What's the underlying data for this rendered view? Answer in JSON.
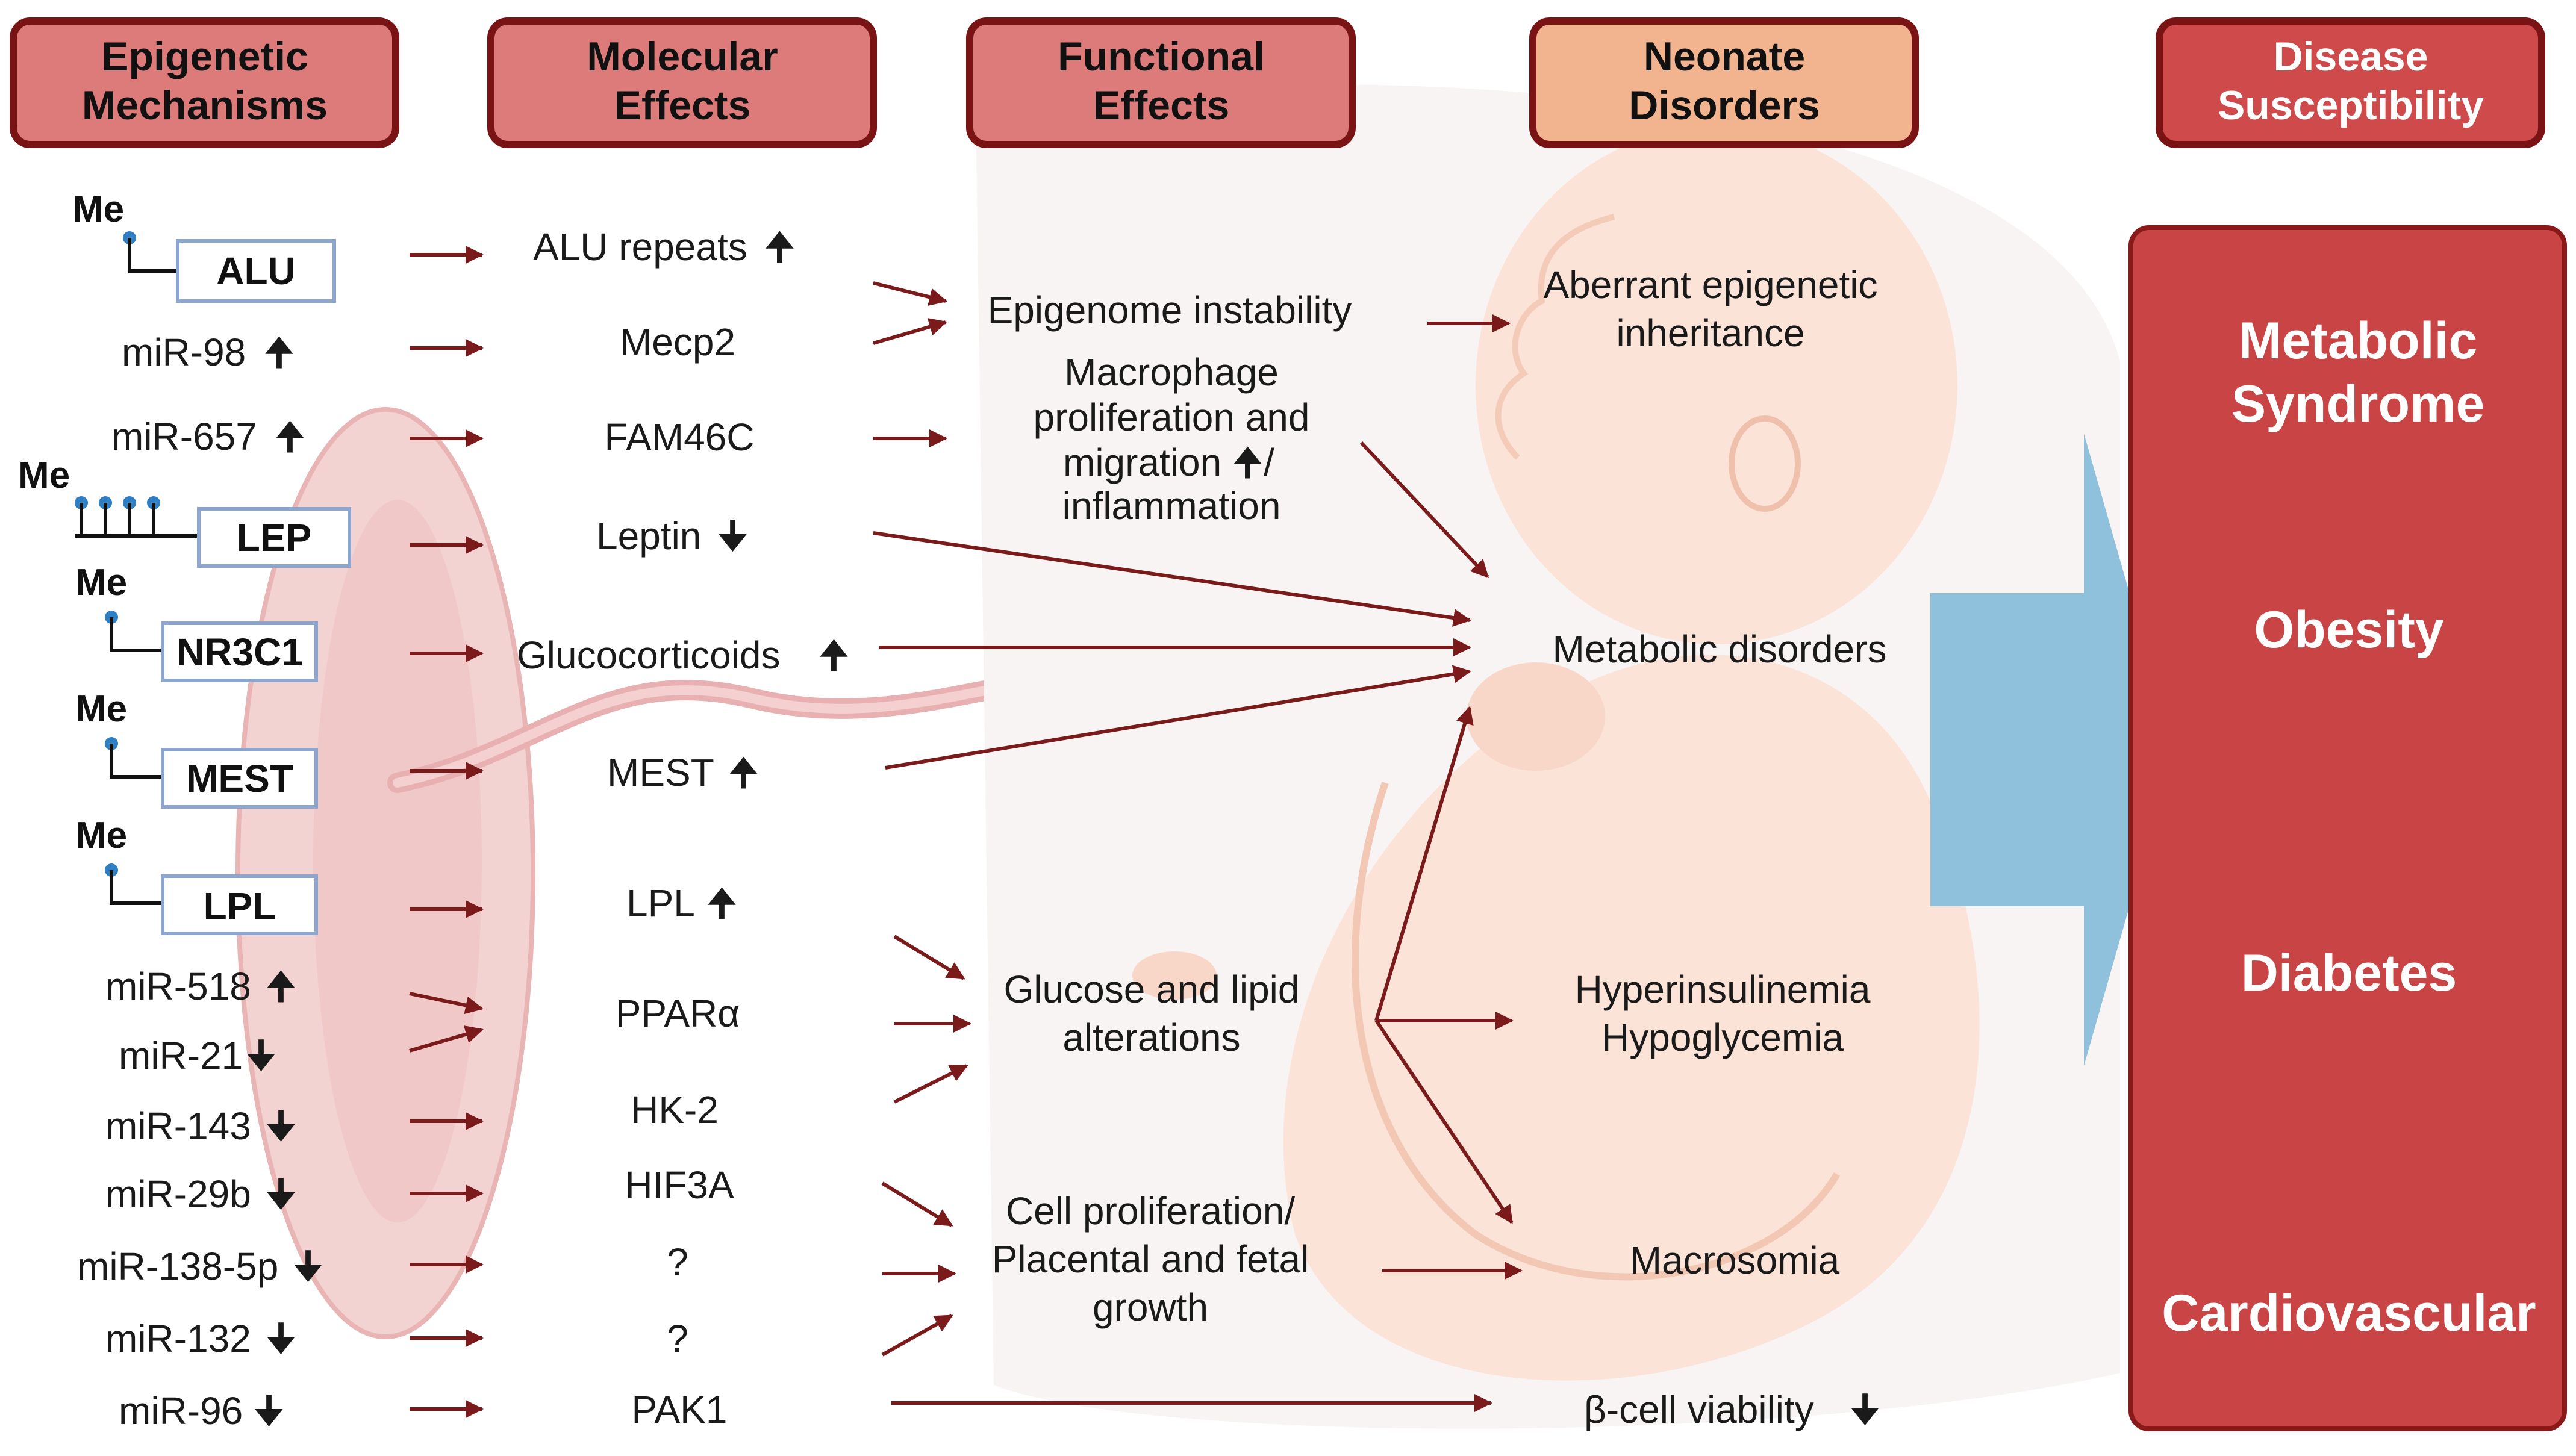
{
  "headers": {
    "epigenetic": [
      "Epigenetic",
      "Mechanisms"
    ],
    "molecular": [
      "Molecular",
      "Effects"
    ],
    "functional": [
      "Functional",
      "Effects"
    ],
    "neonate": [
      "Neonate",
      "Disorders"
    ],
    "disease": [
      "Disease",
      "Susceptibility"
    ]
  },
  "me_label": "Me",
  "arrow_up": "🠉",
  "arrow_down": "🠋",
  "mechanisms": {
    "alu": "ALU",
    "mir98": "miR-98",
    "mir657": "miR-657",
    "lep": "LEP",
    "nr3c1": "NR3C1",
    "mest": "MEST",
    "lpl": "LPL",
    "mir518": "miR-518",
    "mir21": "miR-21",
    "mir143": "miR-143",
    "mir29b": "miR-29b",
    "mir138": "miR-138-5p",
    "mir132": "miR-132",
    "mir96": "miR-96"
  },
  "molecular": {
    "alu_repeats": "ALU repeats",
    "mecp2": "Mecp2",
    "fam46c": "FAM46C",
    "leptin": "Leptin",
    "glucocorticoids": "Glucocorticoids",
    "mest": "MEST",
    "lpl": "LPL",
    "ppara": "PPARα",
    "hk2": "HK-2",
    "hif3a": "HIF3A",
    "q1": "?",
    "q2": "?",
    "pak1": "PAK1"
  },
  "functional": {
    "epigenome": "Epigenome instability",
    "macrophage": [
      "Macrophage",
      "proliferation and",
      "migration",
      "/",
      "inflammation"
    ],
    "glucose": [
      "Glucose and lipid",
      "alterations"
    ],
    "cell_prolif": [
      "Cell proliferation/",
      "Placental and fetal",
      "growth"
    ]
  },
  "neonate": {
    "aberrant": [
      "Aberrant epigenetic",
      "inheritance"
    ],
    "metabolic": "Metabolic disorders",
    "hyper": [
      "Hyperinsulinemia",
      "Hypoglycemia"
    ],
    "macrosomia": "Macrosomia",
    "beta_cell": "β-cell viability"
  },
  "disease": {
    "metabolic": [
      "Metabolic",
      "Syndrome"
    ],
    "obesity": "Obesity",
    "diabetes": "Diabetes",
    "cardiovascular": "Cardiovascular"
  },
  "colors": {
    "header_fill": "#dd7a7a",
    "header_border": "#7a1414",
    "neonate_header_fill": "#f2b48e",
    "disease_header_fill": "#cf4b4b",
    "disease_panel_fill": "#c94444",
    "arrow": "#7a1a1a",
    "gene_box_border": "#8da6d0",
    "me_pin": "#2f7fc4",
    "big_arrow": "#8fc1dd"
  }
}
